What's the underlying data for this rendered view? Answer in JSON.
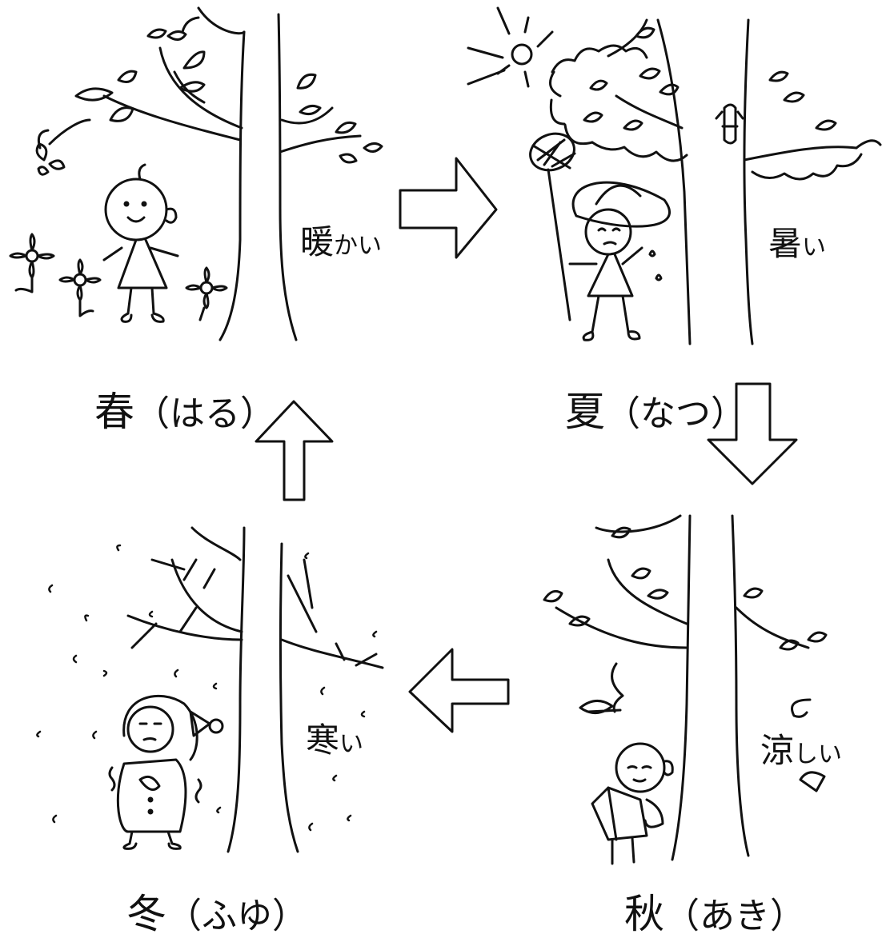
{
  "seasons": {
    "spring": {
      "kanji": "春",
      "reading": "（はる）",
      "word_kanji": "暖",
      "word_kana": "かい"
    },
    "summer": {
      "kanji": "夏",
      "reading": "（なつ）",
      "word_kanji": "暑",
      "word_kana": "い"
    },
    "autumn": {
      "kanji": "秋",
      "reading": "（あき）",
      "word_kanji": "涼",
      "word_kana": "しい"
    },
    "winter": {
      "kanji": "冬",
      "reading": "（ふゆ）",
      "word_kanji": "寒",
      "word_kana": "い"
    }
  },
  "cycle": [
    "spring",
    "summer",
    "autumn",
    "winter"
  ],
  "colors": {
    "ink": "#111111",
    "paper": "#ffffff"
  }
}
